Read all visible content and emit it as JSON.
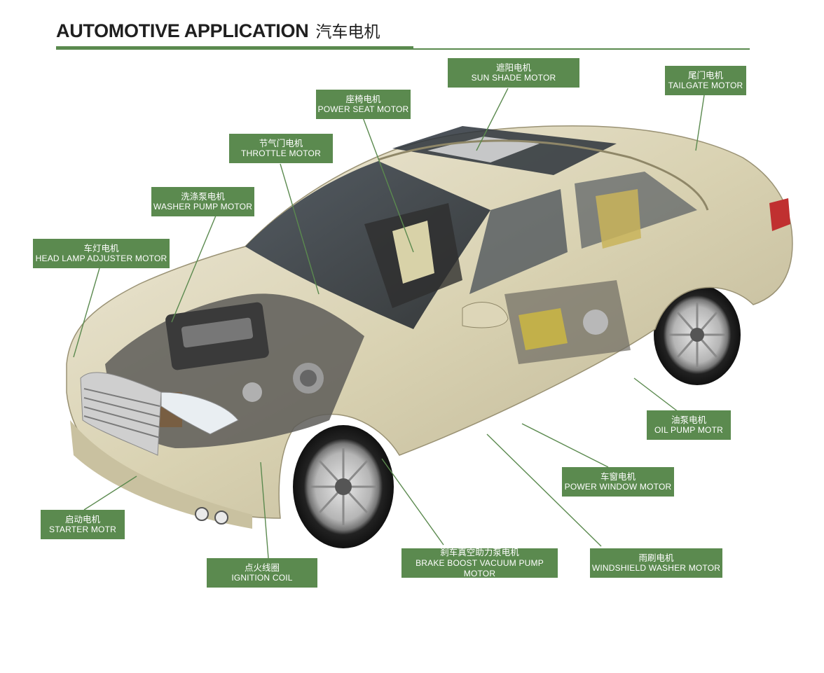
{
  "header": {
    "title_en": "AUTOMOTIVE APPLICATION",
    "title_cn": "汽车电机"
  },
  "colors": {
    "accent_green": "#5b8a4f",
    "car_body": "#ddd7b8",
    "label_text": "#ffffff"
  },
  "labels": {
    "sun_shade": {
      "cn": "遮阳电机",
      "en": "SUN SHADE MOTOR"
    },
    "tailgate": {
      "cn": "尾门电机",
      "en": "TAILGATE MOTOR"
    },
    "power_seat": {
      "cn": "座椅电机",
      "en": "POWER SEAT MOTOR"
    },
    "throttle": {
      "cn": "节气门电机",
      "en": "THROTTLE MOTOR"
    },
    "washer_pump": {
      "cn": "洗涤泵电机",
      "en": "WASHER PUMP MOTOR"
    },
    "head_lamp": {
      "cn": "车灯电机",
      "en": "HEAD LAMP ADJUSTER MOTOR"
    },
    "oil_pump": {
      "cn": "油泵电机",
      "en": "OIL PUMP MOTR"
    },
    "power_window": {
      "cn": "车窗电机",
      "en": "POWER WINDOW MOTOR"
    },
    "starter": {
      "cn": "启动电机",
      "en": "STARTER MOTR"
    },
    "ignition_coil": {
      "cn": "点火线圈",
      "en": "IGNITION COIL"
    },
    "brake_boost": {
      "cn": "刹车真空助力泵电机",
      "en": "BRAKE BOOST VACUUM PUMP MOTOR"
    },
    "windshield_washer": {
      "cn": "雨刷电机",
      "en": "WINDSHIELD WASHER MOTOR"
    }
  }
}
